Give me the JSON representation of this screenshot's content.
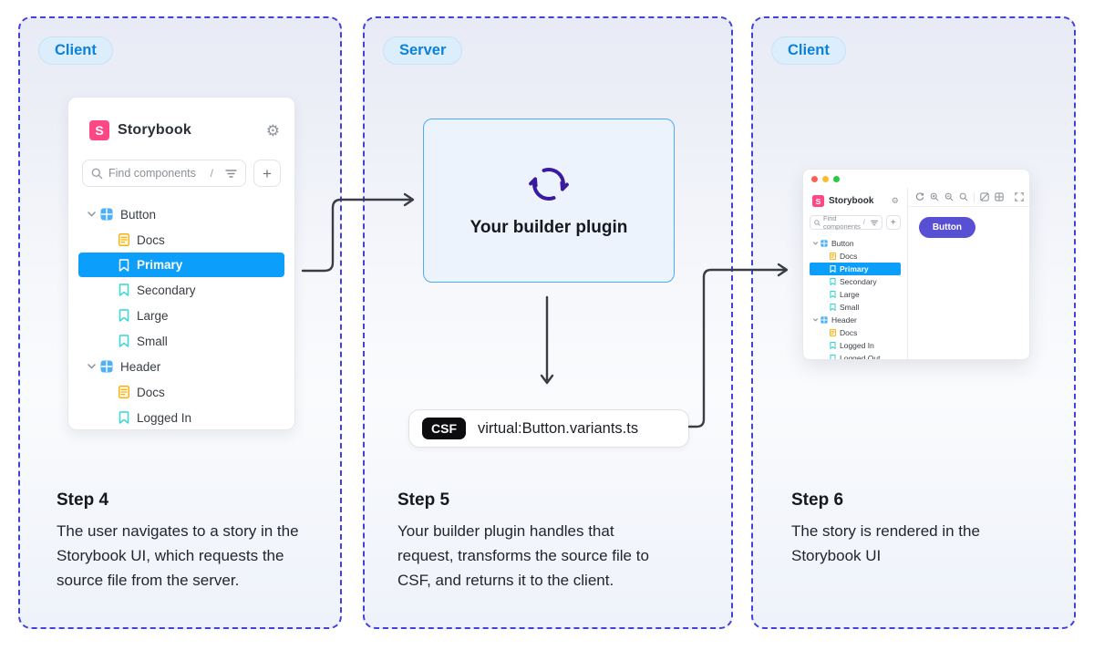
{
  "panels": [
    {
      "badge": "Client",
      "step_title": "Step 4",
      "step_text": "The user navigates to a story in the Storybook UI, which requests the source file from the server."
    },
    {
      "badge": "Server",
      "step_title": "Step 5",
      "step_text": "Your builder plugin handles that request, transforms the source file to CSF, and returns it to the client.",
      "plugin_label": "Your builder plugin",
      "csf_badge": "CSF",
      "csf_filename": "virtual:Button.variants.ts"
    },
    {
      "badge": "Client",
      "step_title": "Step 6",
      "step_text": "The story is rendered in the Storybook UI"
    }
  ],
  "storybook": {
    "brand": "Storybook",
    "logo_letter": "S",
    "search": {
      "placeholder": "Find components",
      "shortcut": "/"
    },
    "tree": [
      {
        "label": "Button"
      },
      {
        "label": "Docs"
      },
      {
        "label": "Primary"
      },
      {
        "label": "Secondary"
      },
      {
        "label": "Large"
      },
      {
        "label": "Small"
      },
      {
        "label": "Header"
      },
      {
        "label": "Docs"
      },
      {
        "label": "Logged In"
      },
      {
        "label": "Logged Out"
      }
    ],
    "preview_button": "Button"
  },
  "icons": {
    "gear": "⚙",
    "plus": "+"
  },
  "colors": {
    "panel_border": "#4341dd",
    "badge_bg": "#dceefc",
    "badge_text": "#0c81d9",
    "selection_blue": "#0b9ffb",
    "storybook_pink": "#ff4785",
    "story_icon_teal": "#37d5d3",
    "docs_icon_amber": "#ffae00",
    "component_icon_blue": "#4fb0f7",
    "plugin_icon_purple": "#3b1a9e",
    "plugin_box_border": "#4dabf3",
    "csf_badge_bg": "#0d0d0f",
    "preview_button_indigo": "#5850d2",
    "arrow_stroke": "#3a3e44"
  }
}
